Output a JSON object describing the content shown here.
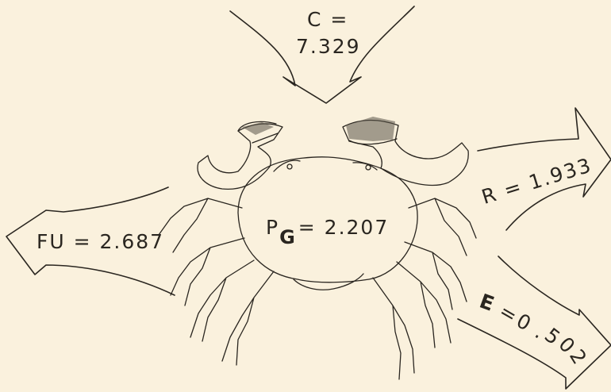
{
  "diagram": {
    "colors": {
      "background": "#faf1dd",
      "ink": "#2a2620"
    },
    "labels": {
      "c_line1": "C =",
      "c_line2": "7.329",
      "r": "R = 1.933",
      "fu": "FU = 2.687",
      "pg_p": "P",
      "pg_sub": "G",
      "pg_val": "= 2.207",
      "e_e": "E",
      "e_eq": "=",
      "e_d1": "0",
      "e_d2": ".",
      "e_d3": "5",
      "e_d4": "0",
      "e_d5": "2"
    }
  }
}
